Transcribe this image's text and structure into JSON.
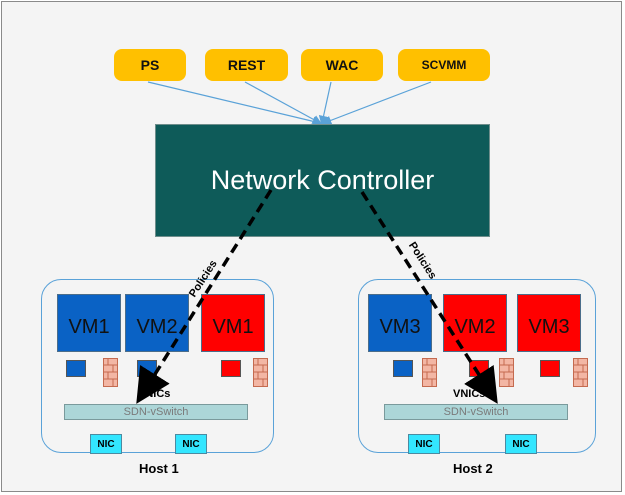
{
  "management_tools": [
    {
      "label": "PS"
    },
    {
      "label": "REST"
    },
    {
      "label": "WAC"
    },
    {
      "label": "SCVMM"
    }
  ],
  "network_controller": {
    "label": "Network Controller"
  },
  "policies_label": "Policies",
  "hosts": [
    {
      "label": "Host 1",
      "vms": [
        {
          "label": "VM1",
          "color": "blue"
        },
        {
          "label": "VM2",
          "color": "blue"
        },
        {
          "label": "VM1",
          "color": "red"
        }
      ],
      "vnics_label": "VNICs",
      "vswitch_label": "SDN-vSwitch",
      "nics": [
        "NIC",
        "NIC"
      ]
    },
    {
      "label": "Host 2",
      "vms": [
        {
          "label": "VM3",
          "color": "blue"
        },
        {
          "label": "VM2",
          "color": "red"
        },
        {
          "label": "VM3",
          "color": "red"
        }
      ],
      "vnics_label": "VNICs",
      "vswitch_label": "SDN-vSwitch",
      "nics": [
        "NIC",
        "NIC"
      ]
    }
  ],
  "colors": {
    "tool_fill": "#ffc000",
    "controller_fill": "#0e5b59",
    "vm_blue": "#0a62c5",
    "vm_red": "#ff0000",
    "vswitch_fill": "#acd6d8",
    "nic_fill": "#33e6ff",
    "connector": "#5aa2d8"
  }
}
